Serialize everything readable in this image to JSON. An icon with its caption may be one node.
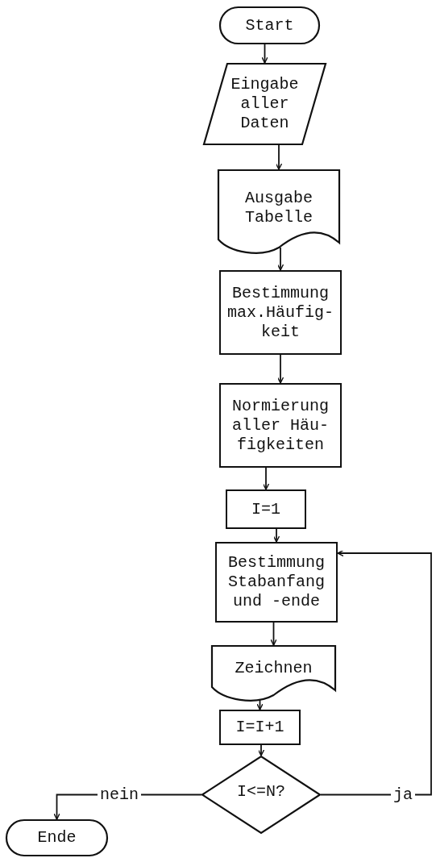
{
  "diagram": {
    "nodes": [
      {
        "text": [
          "Start"
        ]
      },
      {
        "text": [
          "Eingabe aller Daten"
        ]
      },
      {
        "text": [
          "Ausgabe Tabelle"
        ]
      },
      {
        "text": [
          "Bestimmung max.Häufig- keit"
        ]
      },
      {
        "text": [
          "Normierung aller Häu- figkeiten"
        ]
      },
      {
        "text": [
          "I=1"
        ]
      },
      {
        "text": [
          "Bestimmung Stabanfang und -ende"
        ]
      },
      {
        "text": [
          "Zeichnen"
        ]
      },
      {
        "text": [
          "I=I+1"
        ]
      },
      {
        "text": [
          "I<=N?"
        ]
      },
      {
        "text": [
          "Ende"
        ]
      }
    ],
    "edges": [
      {
        "from": 0,
        "to": 1,
        "arrow": "to"
      },
      {
        "from": 1,
        "to": 2,
        "arrow": "to"
      },
      {
        "from": 2,
        "to": 3,
        "arrow": "to"
      },
      {
        "from": 3,
        "to": 4,
        "arrow": "to"
      },
      {
        "from": 4,
        "to": 5,
        "arrow": "to"
      },
      {
        "from": 5,
        "to": 6,
        "arrow": "to"
      },
      {
        "from": 6,
        "to": 7,
        "arrow": "to"
      },
      {
        "from": 7,
        "to": 8,
        "arrow": "to"
      },
      {
        "from": 8,
        "to": 9,
        "arrow": "to"
      },
      {
        "from": 9,
        "to": 10,
        "label": "nein",
        "arrow": "to"
      },
      {
        "from": 9,
        "to": 6,
        "label": "ja",
        "arrow": "to"
      }
    ]
  }
}
